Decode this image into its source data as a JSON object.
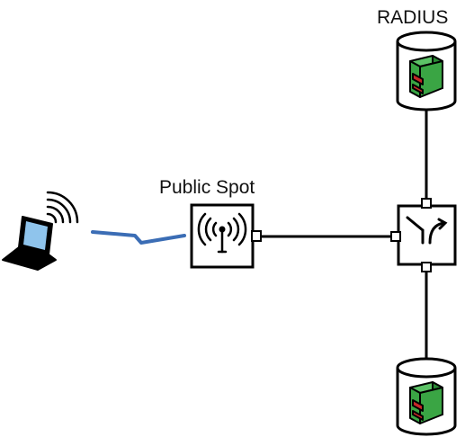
{
  "diagram": {
    "labels": {
      "access_point": "Public Spot",
      "radius_server": "RADIUS"
    },
    "nodes": [
      {
        "id": "laptop",
        "kind": "laptop",
        "icon": "wireless-laptop-icon"
      },
      {
        "id": "access_point",
        "kind": "wireless-access-point",
        "icon": "antenna-icon"
      },
      {
        "id": "switch",
        "kind": "network-switch",
        "icon": "switch-icon"
      },
      {
        "id": "radius_server",
        "kind": "database-server",
        "icon": "filing-cabinet-icon"
      },
      {
        "id": "bottom_server",
        "kind": "database-server",
        "icon": "filing-cabinet-icon"
      }
    ],
    "links": [
      {
        "from": "laptop",
        "to": "access_point",
        "type": "wireless"
      },
      {
        "from": "access_point",
        "to": "switch",
        "type": "wired"
      },
      {
        "from": "switch",
        "to": "radius_server",
        "type": "wired"
      },
      {
        "from": "switch",
        "to": "bottom_server",
        "type": "wired"
      }
    ],
    "colors": {
      "wireless_link": "#3b6db5",
      "outline": "#000000",
      "cabinet": "#3aa544",
      "cabinet_drawer": "#2a8a35",
      "screen": "#8fc4ec"
    }
  }
}
